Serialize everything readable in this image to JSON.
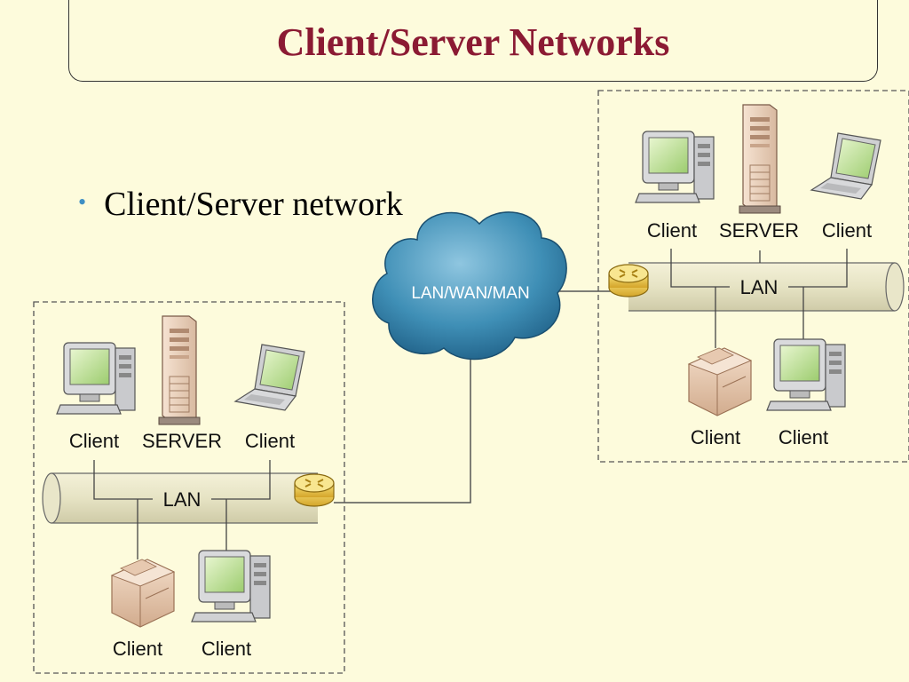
{
  "slide": {
    "title": "Client/Server Networks",
    "bullet": "Client/Server network"
  },
  "cloud": {
    "label": "LAN/WAN/MAN"
  },
  "left_network": {
    "top_labels": [
      "Client",
      "SERVER",
      "Client"
    ],
    "lan_label": "LAN",
    "bottom_labels": [
      "Client",
      "Client"
    ]
  },
  "right_network": {
    "top_labels": [
      "Client",
      "SERVER",
      "Client"
    ],
    "lan_label": "LAN",
    "bottom_labels": [
      "Client",
      "Client"
    ]
  },
  "colors": {
    "title": "#8b1a33",
    "background": "#fdfbdc",
    "bullet": "#3f8fc4",
    "cloud": "#2f7fa6",
    "router": "#e8c24a"
  }
}
